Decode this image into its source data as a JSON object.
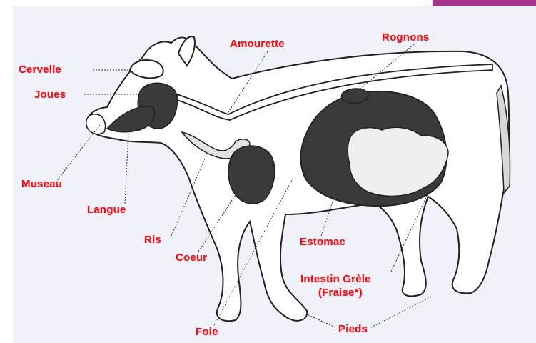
{
  "colors": {
    "label": "#e8151b",
    "organ_fill": "#3a3a3a",
    "outline": "#222222",
    "background": "#f1f1f9",
    "accent_tab": "#a8348e"
  },
  "labels": {
    "cervelle": "Cervelle",
    "joues": "Joues",
    "museau": "Museau",
    "langue": "Langue",
    "ris": "Ris",
    "coeur": "Coeur",
    "foie": "Foie",
    "amourette": "Amourette",
    "rognons": "Rognons",
    "estomac": "Estomac",
    "intestin_line1": "Intestin Grèle",
    "intestin_line2": "(Fraise*)",
    "pieds": "Pieds"
  }
}
